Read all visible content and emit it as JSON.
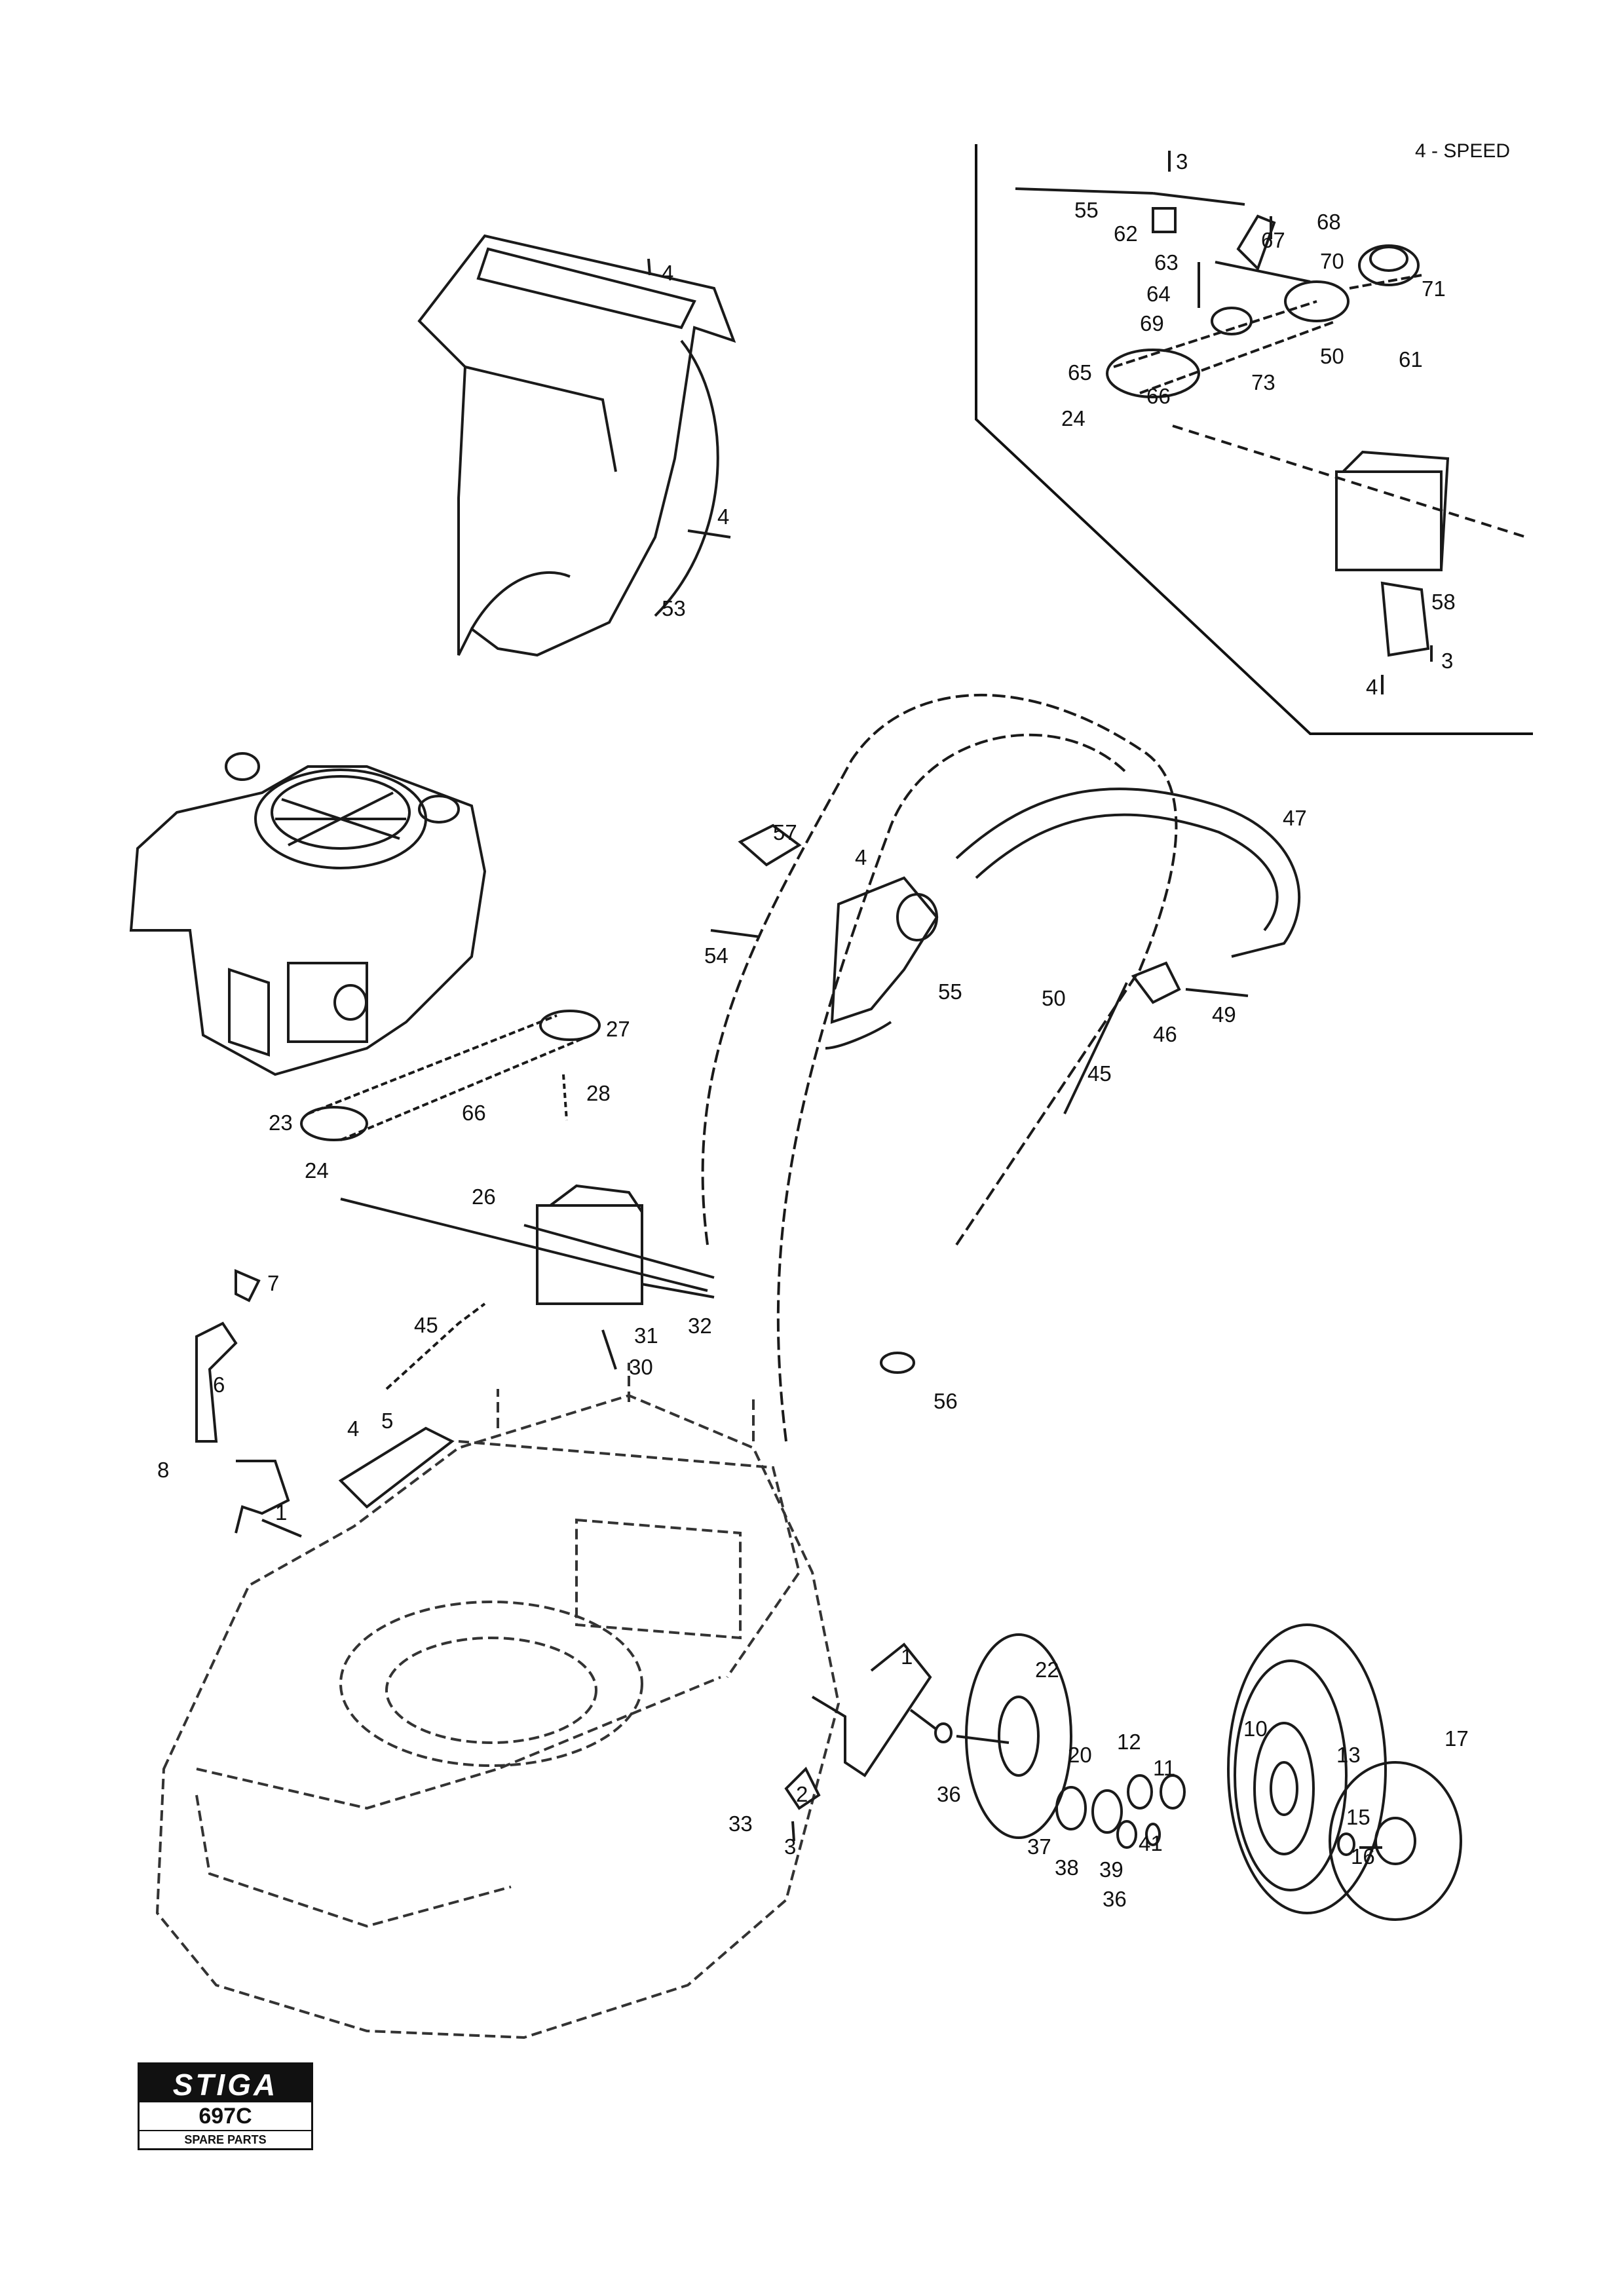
{
  "inset_title": "4 - SPEED",
  "logo": {
    "brand": "STIGA",
    "model": "697C",
    "subtitle": "SPARE PARTS"
  },
  "callouts": {
    "inset": [
      "3",
      "55",
      "62",
      "67",
      "68",
      "63",
      "70",
      "71",
      "64",
      "69",
      "65",
      "66",
      "73",
      "50",
      "61",
      "24",
      "58",
      "3",
      "4"
    ],
    "grassbag": [
      "4",
      "4",
      "53"
    ],
    "engine_belt": [
      "27",
      "28",
      "23",
      "66",
      "24"
    ],
    "handle": [
      "57",
      "4",
      "54",
      "55",
      "47",
      "50",
      "49",
      "46",
      "45"
    ],
    "gearbox": [
      "26",
      "7",
      "45",
      "31",
      "32",
      "30",
      "6",
      "5",
      "4",
      "8",
      "1",
      "56"
    ],
    "wheel": [
      "1",
      "22",
      "20",
      "12",
      "11",
      "10",
      "13",
      "2",
      "33",
      "3",
      "36",
      "37",
      "38",
      "39",
      "41",
      "36",
      "15",
      "16",
      "17"
    ]
  },
  "colors": {
    "line": "#1a1a1a",
    "dash": "#333333",
    "background": "#ffffff"
  }
}
